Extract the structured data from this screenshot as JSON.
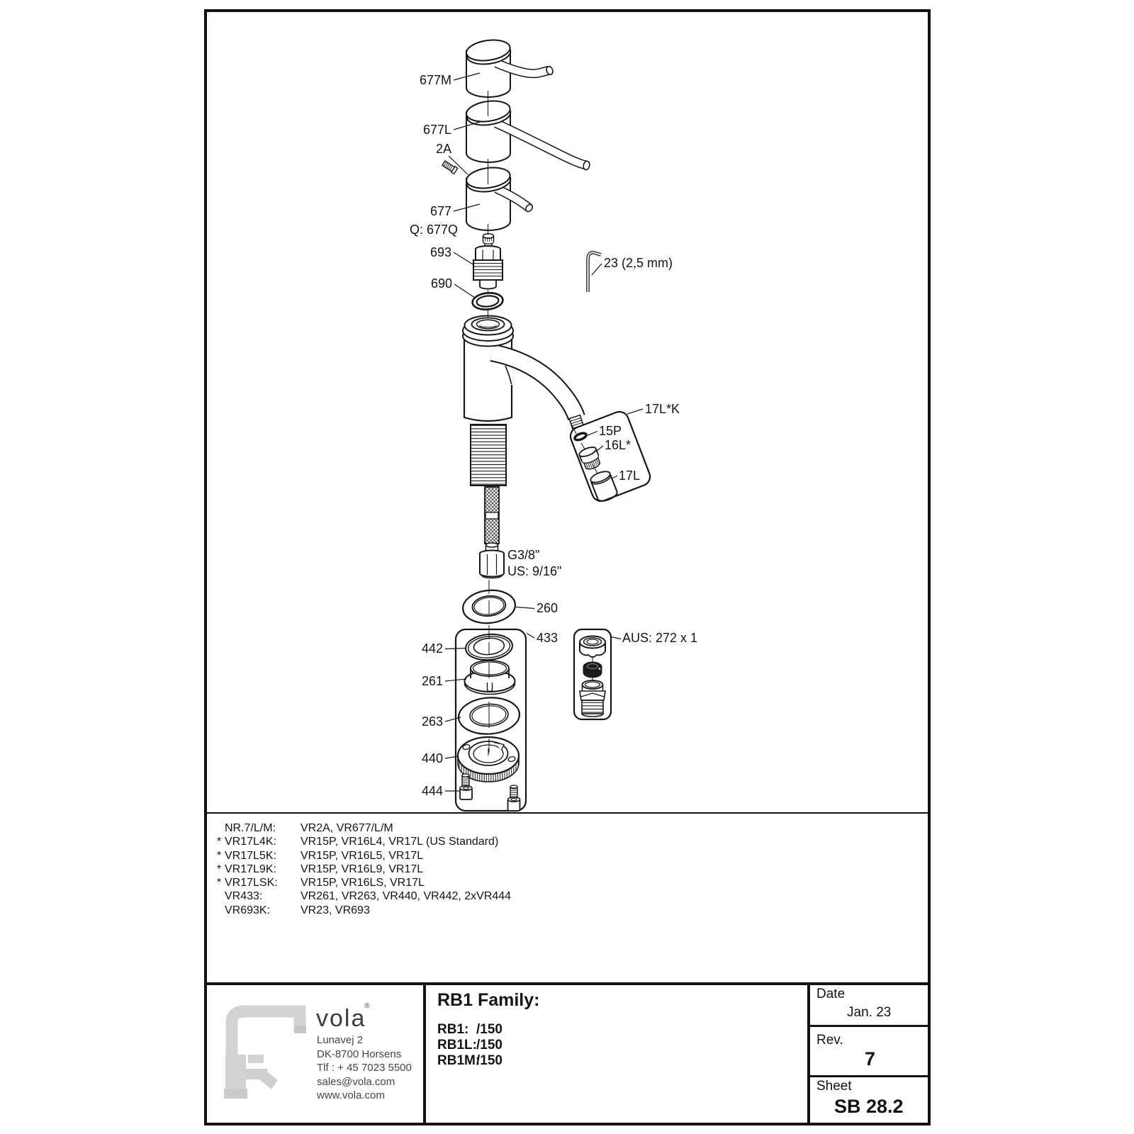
{
  "drawing": {
    "labels": {
      "handle_m": "677M",
      "handle_l": "677L",
      "set_screw": "2A",
      "handle": "677",
      "handle_q": "Q: 677Q",
      "cartridge": "693",
      "o_ring": "690",
      "allen_key": "23 (2,5 mm)",
      "aerator_kit": "17L*K",
      "aerator_seal": "15P",
      "aerator_insert": "16L*",
      "aerator_housing": "17L",
      "hose_thread": "G3/8\"",
      "hose_thread_us": "US: 9/16\"",
      "washer": "260",
      "mount_kit": "433",
      "mount_ring": "442",
      "mount_insert": "261",
      "mount_washer": "263",
      "mount_disc": "440",
      "mount_screws": "444",
      "aus_kit": "AUS: 272 x 1"
    },
    "parts_list": [
      {
        "star": "",
        "key": "NR.7/L/M:",
        "value": "VR2A, VR677/L/M"
      },
      {
        "star": "*",
        "key": "VR17L4K:",
        "value": "VR15P, VR16L4, VR17L (US Standard)"
      },
      {
        "star": "*",
        "key": "VR17L5K:",
        "value": "VR15P, VR16L5, VR17L"
      },
      {
        "star": "*",
        "key": "VR17L9K:",
        "value": "VR15P, VR16L9, VR17L"
      },
      {
        "star": "*",
        "key": "VR17LSK:",
        "value": "VR15P, VR16LS, VR17L"
      },
      {
        "star": "",
        "key": "VR433:",
        "value": "VR261, VR263, VR440, VR442, 2xVR444"
      },
      {
        "star": "",
        "key": "VR693K:",
        "value": "VR23, VR693"
      }
    ]
  },
  "title_block": {
    "brand": "vola",
    "brand_mark": "®",
    "address_lines": [
      "Lunavej 2",
      "DK-8700 Horsens",
      "Tlf : + 45 7023 5500",
      "sales@vola.com",
      "www.vola.com"
    ],
    "family_title": "RB1 Family:",
    "models": [
      {
        "name": "RB1:",
        "value": "/150"
      },
      {
        "name": "RB1L:",
        "value": "/150"
      },
      {
        "name": "RB1M:",
        "value": "/150"
      }
    ],
    "date_label": "Date",
    "date_value": "Jan. 23",
    "rev_label": "Rev.",
    "rev_value": "7",
    "sheet_label": "Sheet",
    "sheet_value": "SB 28.2"
  }
}
